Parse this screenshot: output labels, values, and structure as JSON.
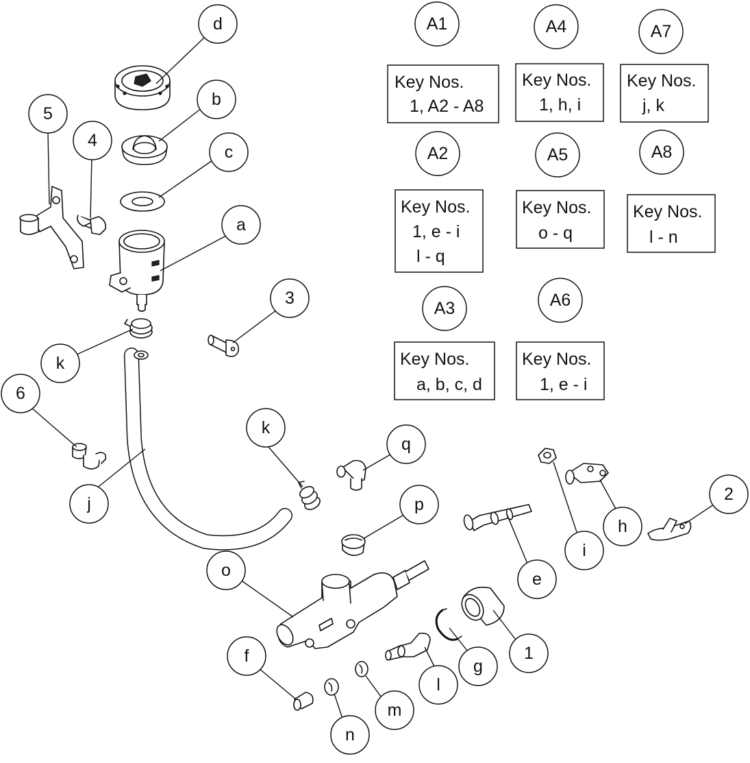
{
  "callouts": {
    "d": "d",
    "b": "b",
    "c": "c",
    "a": "a",
    "5": "5",
    "4": "4",
    "3": "3",
    "k_top": "k",
    "6": "6",
    "j": "j",
    "k_mid": "k",
    "q": "q",
    "p": "p",
    "o": "o",
    "e": "e",
    "i": "i",
    "h": "h",
    "2": "2",
    "1": "1",
    "g": "g",
    "l": "l",
    "m": "m",
    "f": "f",
    "n": "n"
  },
  "assemblies": [
    {
      "id": "A1",
      "label": "A1",
      "heading": "Key Nos.",
      "keys": [
        "1, A2 - A8"
      ]
    },
    {
      "id": "A4",
      "label": "A4",
      "heading": "Key Nos.",
      "keys": [
        "1, h, i"
      ]
    },
    {
      "id": "A7",
      "label": "A7",
      "heading": "Key Nos.",
      "keys": [
        "j, k"
      ]
    },
    {
      "id": "A2",
      "label": "A2",
      "heading": "Key Nos.",
      "keys": [
        "1, e - i",
        "l - q"
      ]
    },
    {
      "id": "A5",
      "label": "A5",
      "heading": "Key Nos.",
      "keys": [
        "o - q"
      ]
    },
    {
      "id": "A8",
      "label": "A8",
      "heading": "Key Nos.",
      "keys": [
        "l - n"
      ]
    },
    {
      "id": "A3",
      "label": "A3",
      "heading": "Key Nos.",
      "keys": [
        "a, b, c, d"
      ]
    },
    {
      "id": "A6",
      "label": "A6",
      "heading": "Key Nos.",
      "keys": [
        "1, e - i"
      ]
    }
  ]
}
